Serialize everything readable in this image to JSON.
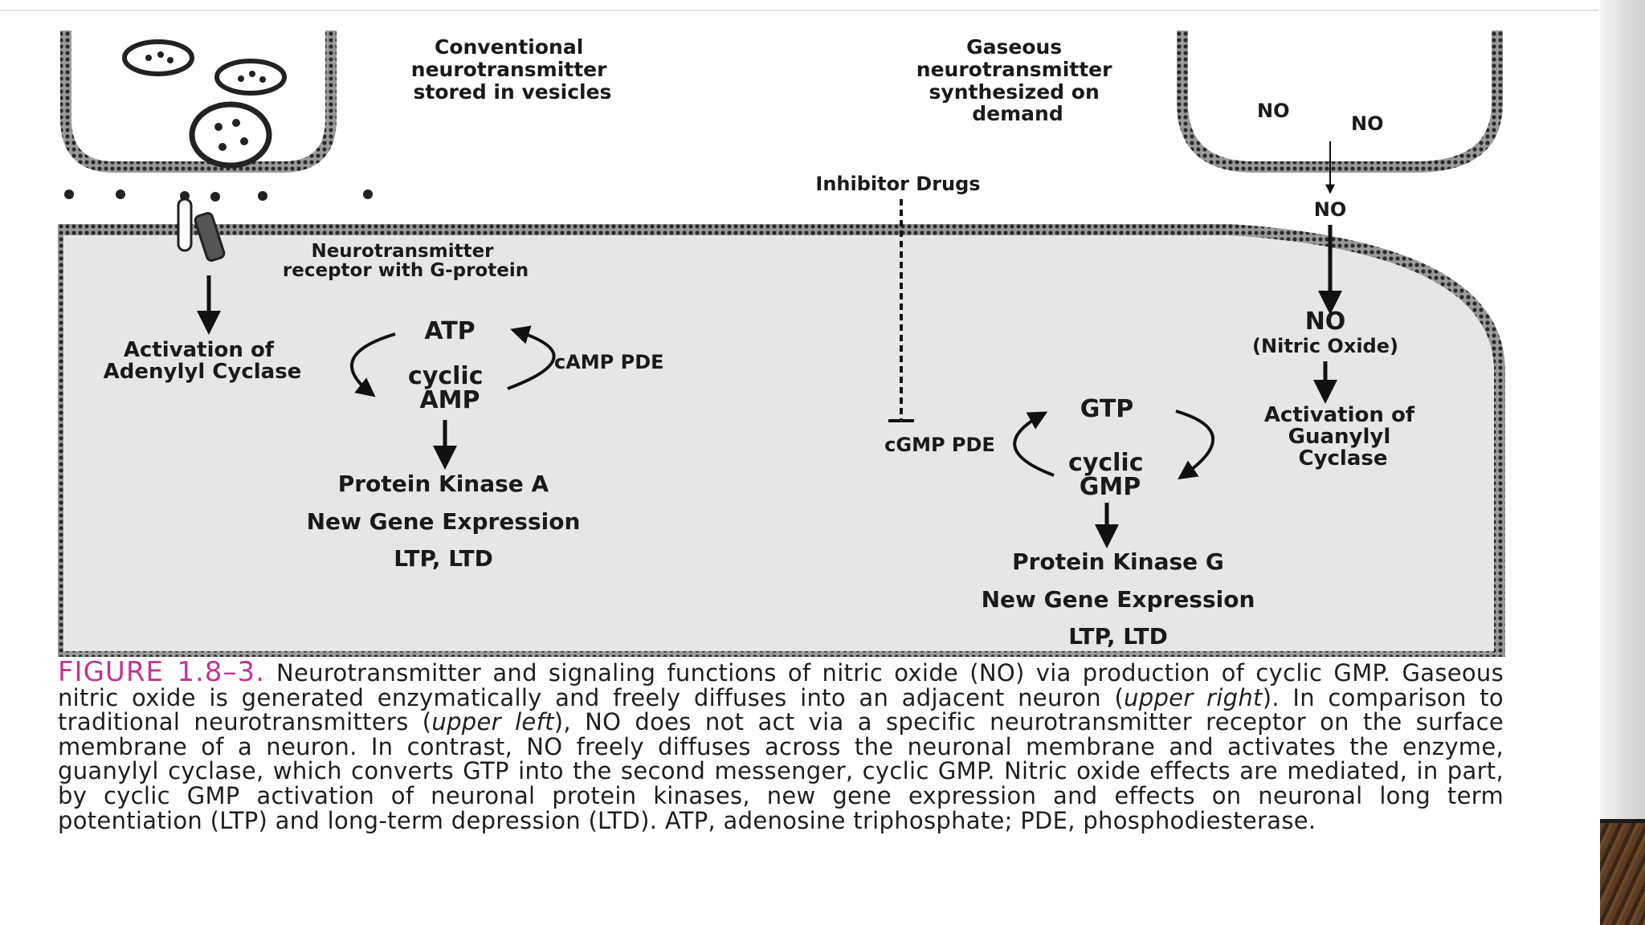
{
  "diagram": {
    "conventional_label": [
      "Conventional",
      "neurotransmitter",
      "stored in vesicles"
    ],
    "gaseous_label": [
      "Gaseous",
      "neurotransmitter",
      "synthesized on",
      "demand"
    ],
    "no_label_1": "NO",
    "no_label_2": "NO",
    "no_label_3": "NO",
    "inhibitor_label": "Inhibitor Drugs",
    "receptor_label": [
      "Neurotransmitter",
      "receptor with G-protein"
    ],
    "adenylyl_label": [
      "Activation of",
      "Adenylyl Cyclase"
    ],
    "atp": "ATP",
    "cyclic_amp": [
      "cyclic",
      "AMP"
    ],
    "camp_pde": "cAMP PDE",
    "pka": "Protein Kinase A",
    "gene_left": "New Gene Expression",
    "ltp_left": "LTP, LTD",
    "nitric_oxide": [
      "NO",
      "(Nitric  Oxide)"
    ],
    "guanylyl_label": [
      "Activation of",
      "Guanylyl",
      "Cyclase"
    ],
    "gtp": "GTP",
    "cyclic_gmp": [
      "cyclic",
      "GMP"
    ],
    "cgmp_pde": "cGMP PDE",
    "pkg": "Protein Kinase G",
    "gene_right": "New Gene Expression",
    "ltp_right": "LTP, LTD"
  },
  "caption": {
    "figure_number": "FIGURE 1.8–3.",
    "part1": " Neurotransmitter and signaling functions of nitric oxide (NO) via production of cyclic GMP. Gaseous nitric oxide is generated enzymatically and freely diffuses into an adjacent neuron (",
    "em1": "upper right",
    "part2": "). In comparison to traditional neurotransmitters (",
    "em2": "upper left",
    "part3": "), NO does not act via a specific neurotransmitter receptor on the surface membrane of a neuron. In contrast, NO freely diffuses across the neuronal membrane and activates the enzyme, guanylyl cyclase, which converts GTP into the second messenger, cyclic GMP. Nitric oxide effects are mediated, in part, by cyclic GMP activation of neuronal protein kinases, new gene expression and effects on neuronal long term potentiation (LTP) and long-term depression (LTD). ATP, adenosine triphosphate; PDE, phosphodiesterase."
  },
  "colors": {
    "figure_number": "#c2368e",
    "cell_fill": "#e6e6e6"
  }
}
